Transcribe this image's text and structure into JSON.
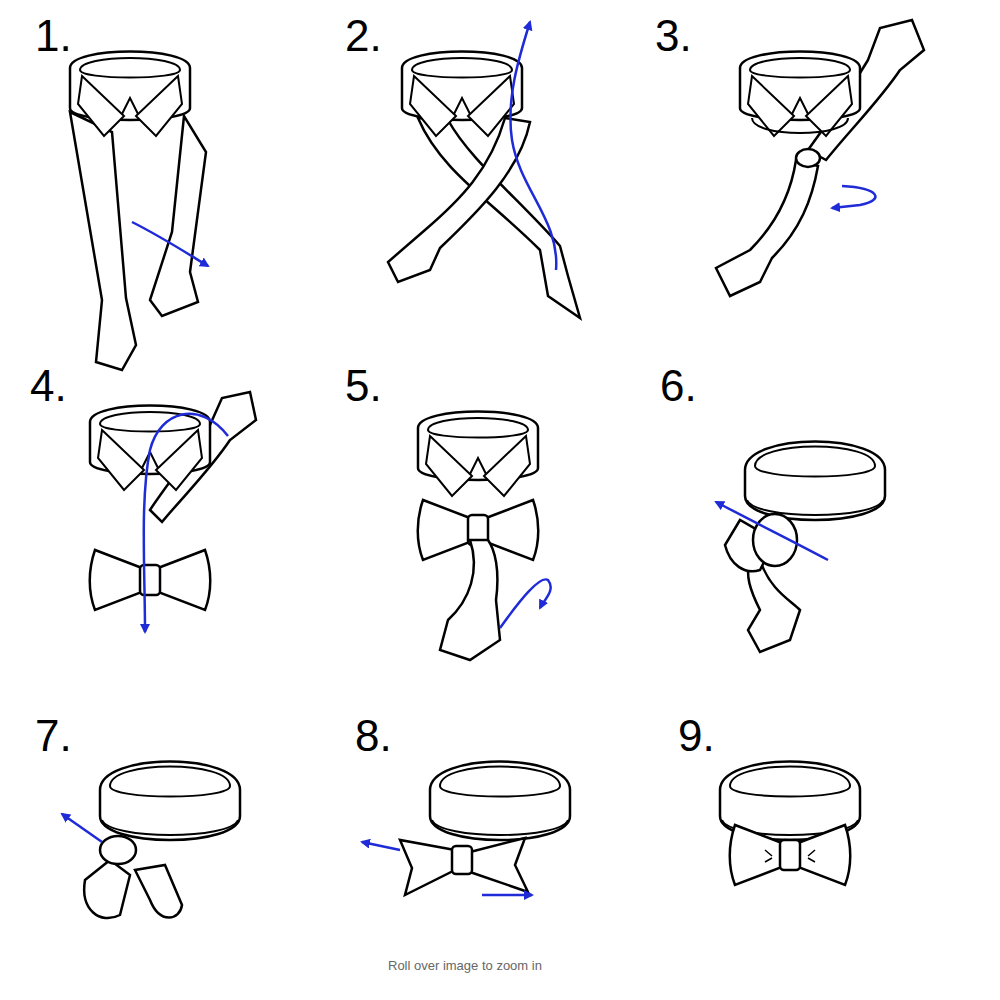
{
  "diagram": {
    "labels": [
      "1.",
      "2.",
      "3.",
      "4.",
      "5.",
      "6.",
      "7.",
      "8.",
      "9.",
      "Roll over image to zoom in"
    ]
  }
}
